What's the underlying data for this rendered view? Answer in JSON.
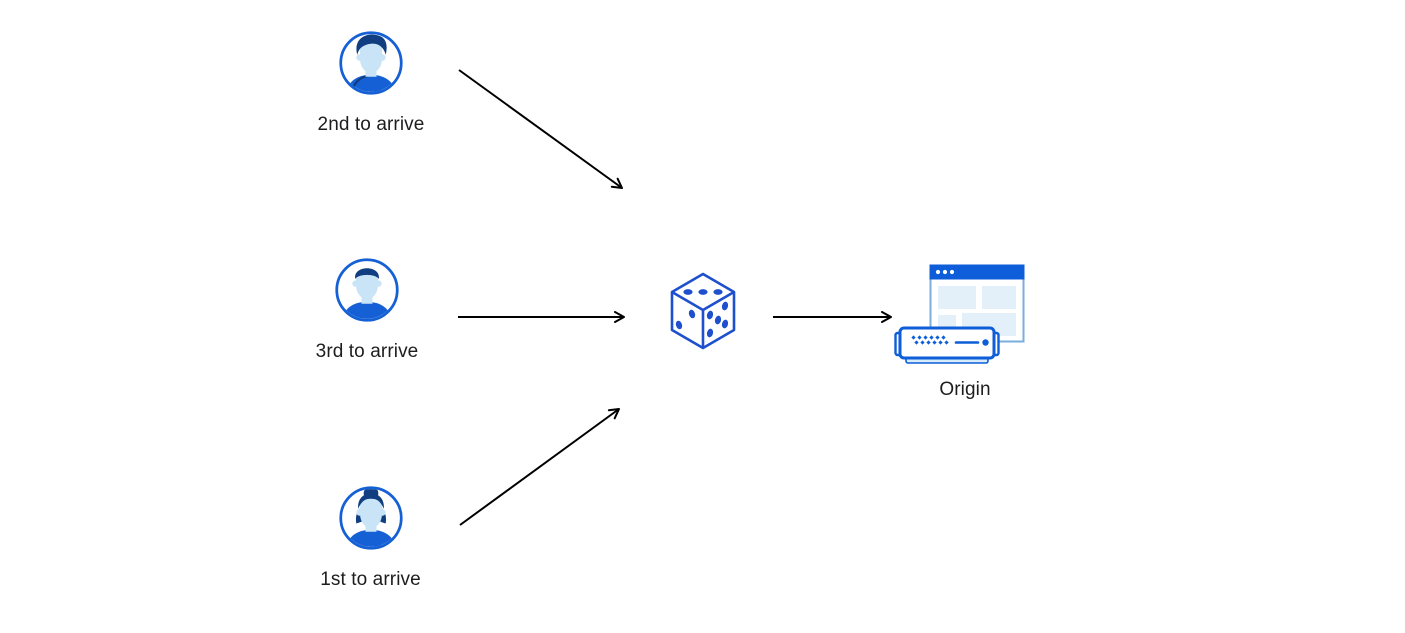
{
  "diagram": {
    "nodes": {
      "user_top": {
        "label": "2nd to arrive",
        "icon": "male-user-avatar"
      },
      "user_middle": {
        "label": "3rd to arrive",
        "icon": "male-user-avatar"
      },
      "user_bottom": {
        "label": "1st to arrive",
        "icon": "female-user-avatar"
      },
      "randomizer": {
        "icon": "dice",
        "pips_visible": {
          "top_face": 3,
          "left_face": 2,
          "right_face": 5
        }
      },
      "origin": {
        "label": "Origin",
        "icon": "origin-server-and-browser-window"
      }
    },
    "edges": [
      {
        "from": "user_top",
        "to": "randomizer"
      },
      {
        "from": "user_middle",
        "to": "randomizer"
      },
      {
        "from": "user_bottom",
        "to": "randomizer"
      },
      {
        "from": "randomizer",
        "to": "origin"
      }
    ],
    "colors": {
      "primary_blue": "#0d5ed8",
      "avatar_ring_blue": "#1660d6",
      "dice_blue": "#1e50ce",
      "dark_navy": "#113e80",
      "skin_light_blue": "#c9e4f6",
      "pale_block_blue": "#e3f0f9",
      "window_border_blue": "#7aaede",
      "server_base_blue": "#d7ebfa",
      "arrow_black": "#000000",
      "label_text": "#1d1d1f",
      "background": "#ffffff"
    }
  }
}
